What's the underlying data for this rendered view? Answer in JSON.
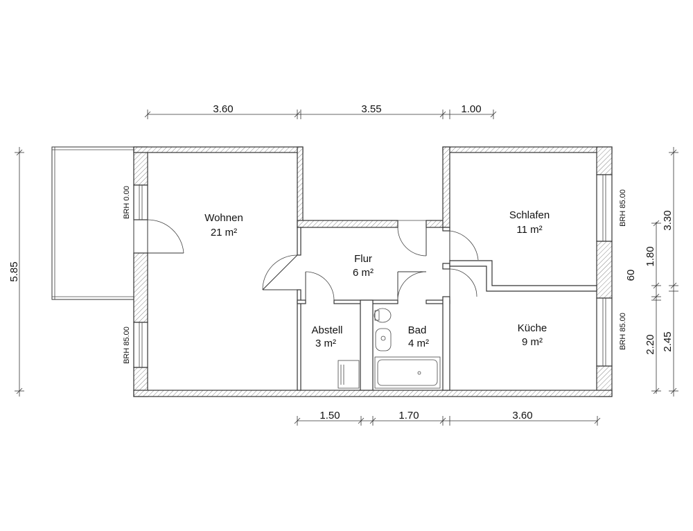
{
  "rooms": [
    {
      "name": "Wohnen",
      "area": "21 m²"
    },
    {
      "name": "Flur",
      "area": "6 m²"
    },
    {
      "name": "Schlafen",
      "area": "11 m²"
    },
    {
      "name": "Abstell",
      "area": "3 m²"
    },
    {
      "name": "Bad",
      "area": "4 m²"
    },
    {
      "name": "Küche",
      "area": "9 m²"
    }
  ],
  "dimensions": {
    "top": [
      "3.60",
      "3.55",
      "1.00"
    ],
    "bottom": [
      "1.50",
      "1.70",
      "3.60"
    ],
    "left": "5.85",
    "right_inner": [
      "60",
      "1.80",
      "2.20"
    ],
    "right_outer": [
      "3.30",
      "2.45"
    ]
  },
  "window_labels": {
    "left_upper": "BRH 0.00",
    "left_lower": "BRH 85.00",
    "right_upper": "BRH 85.00",
    "right_lower": "BRH 85.00"
  }
}
